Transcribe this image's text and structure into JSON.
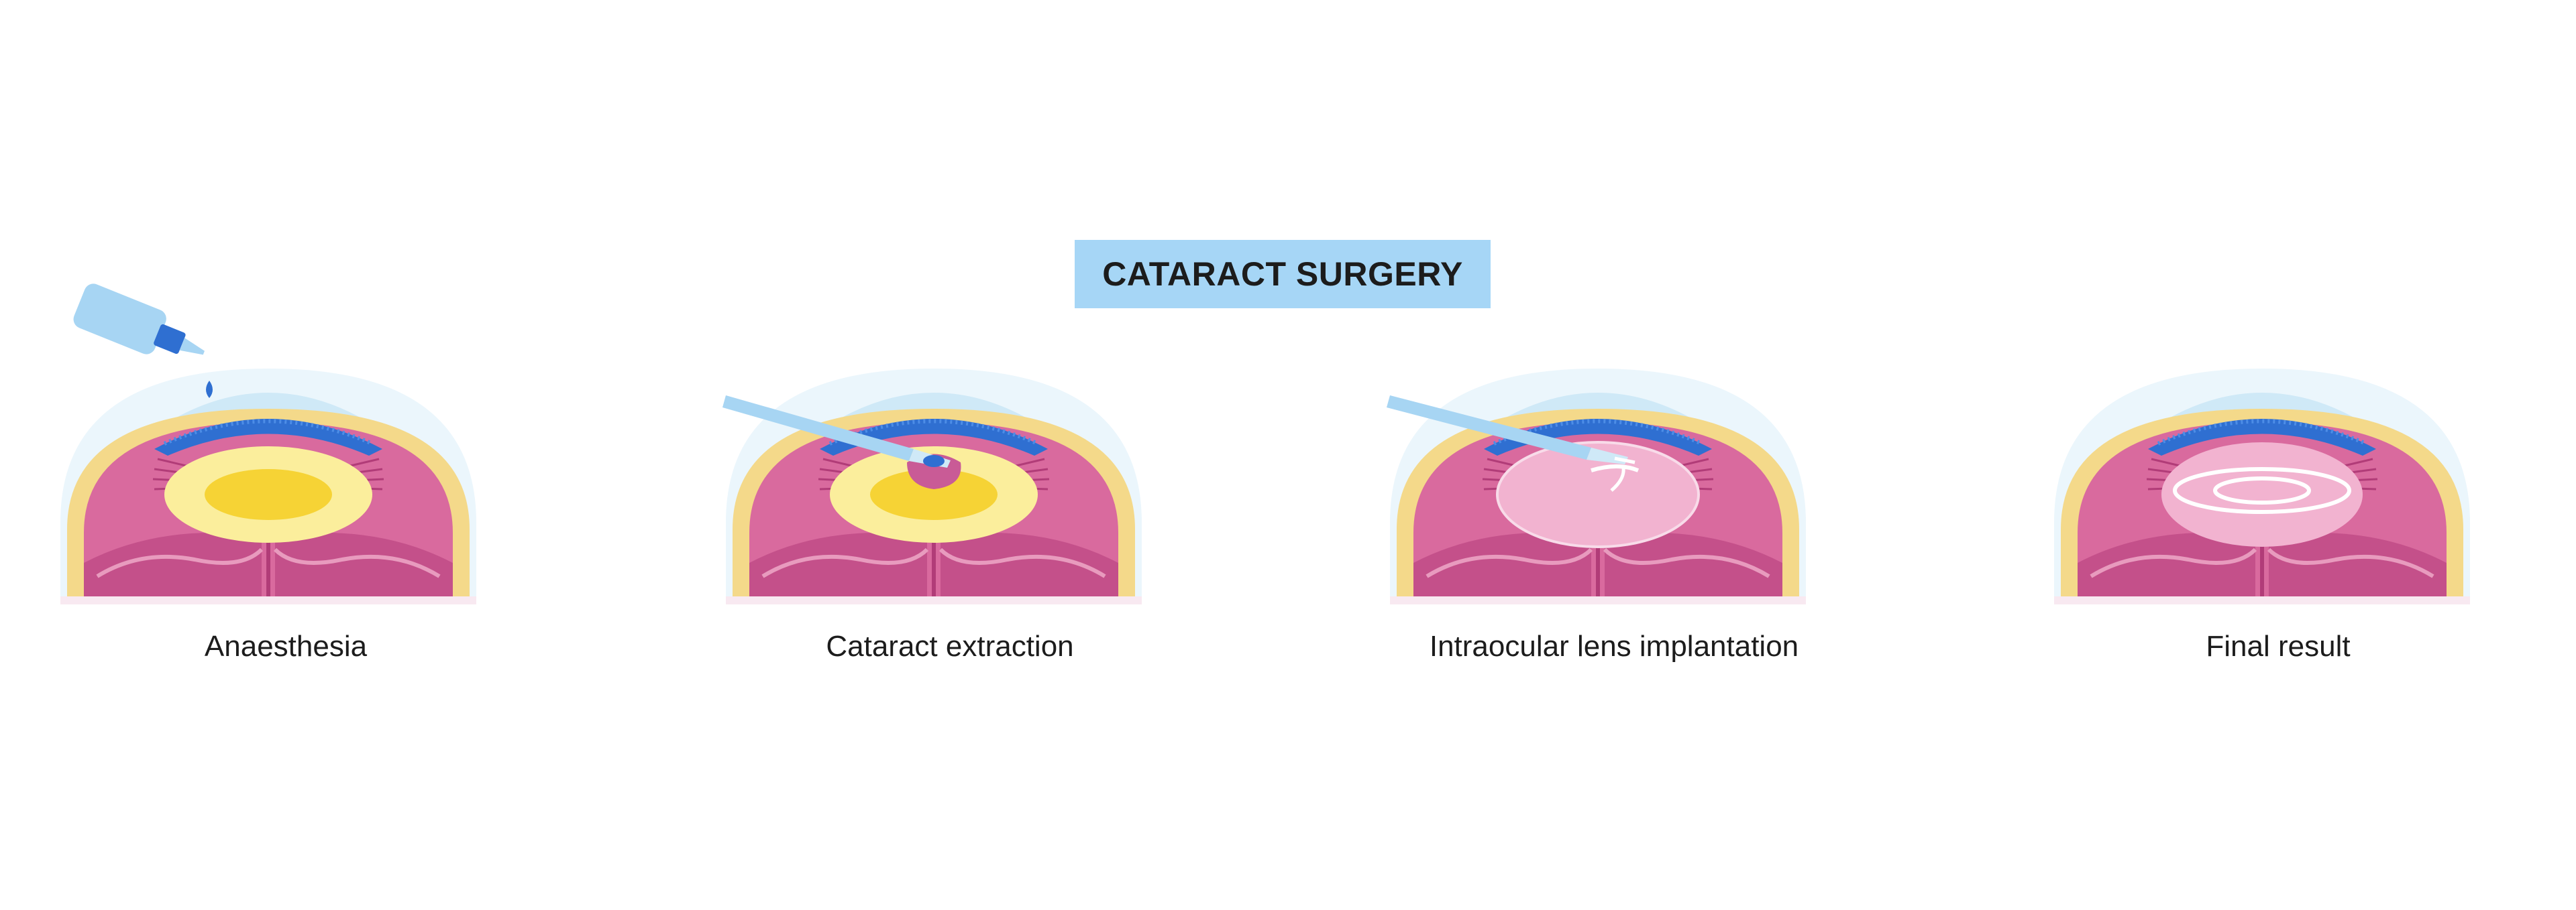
{
  "title": "CATARACT SURGERY",
  "steps": [
    {
      "label": "Anaesthesia",
      "icon": "eye-drop-bottle-icon"
    },
    {
      "label": "Cataract extraction",
      "icon": "surgical-probe-icon"
    },
    {
      "label": "Intraocular lens implantation",
      "icon": "lens-injector-icon"
    },
    {
      "label": "Final result",
      "icon": "implanted-lens-icon"
    }
  ],
  "colors": {
    "title_background": "#a6d6f6",
    "cornea": "#cfe9f7",
    "iris": "#2f6fd1",
    "eye_tissue": "#d96a9e",
    "cataract_lens": "#f6d335",
    "clear_lens": "#f2b3d0",
    "instrument": "#a7d5f3"
  }
}
